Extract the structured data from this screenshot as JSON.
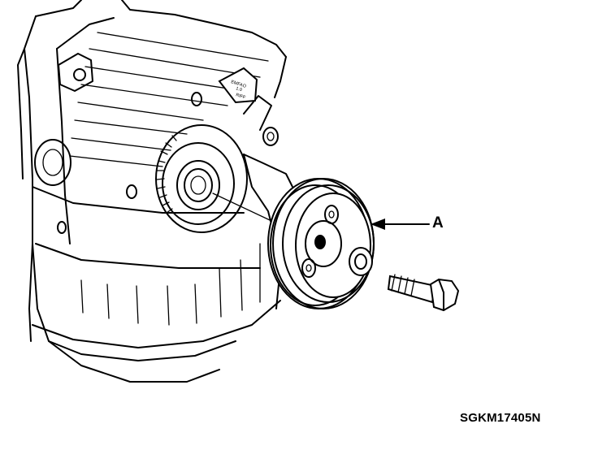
{
  "figure": {
    "callout_letter": "A",
    "figure_code": "SGKM17405N",
    "stamp_text": "EMFAO\n1.0\nRIFF"
  },
  "items": [
    {
      "key": "A",
      "name": "crankshaft-pulley"
    }
  ]
}
